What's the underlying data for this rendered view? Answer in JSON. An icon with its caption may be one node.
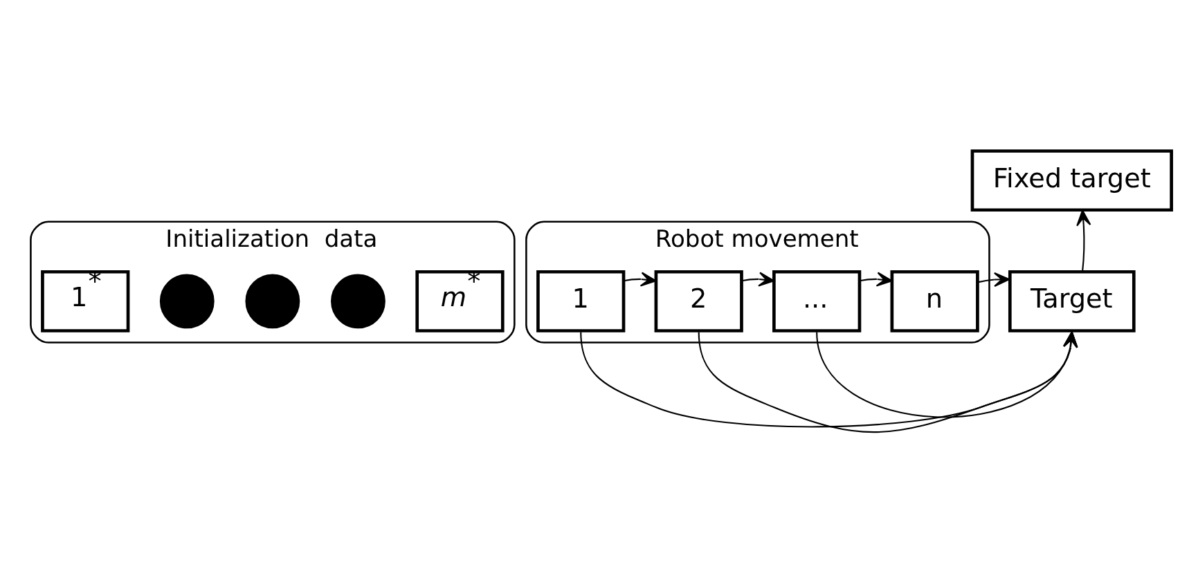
{
  "diagram": {
    "nodes": [
      {
        "text": [
          "Initialization  data"
        ]
      },
      {
        "text": [
          "Robot movement"
        ]
      },
      {
        "text": [
          "Fixed target"
        ]
      },
      {
        "text": [
          "1$^{*}$"
        ],
        "in": 0
      },
      {
        "text": [],
        "shape": "circle",
        "in": 0
      },
      {
        "text": [],
        "shape": "circle",
        "in": 0
      },
      {
        "text": [],
        "shape": "circle",
        "in": 0
      },
      {
        "text": [
          "*m*$^{*}$"
        ],
        "in": 0
      },
      {
        "text": [
          "1"
        ],
        "in": 1
      },
      {
        "text": [
          "2"
        ],
        "in": 1
      },
      {
        "text": [
          "..."
        ],
        "in": 1
      },
      {
        "text": [
          "n"
        ],
        "in": 1
      },
      {
        "text": [
          "Target"
        ]
      }
    ],
    "edges": [
      {
        "from": 8,
        "to": 9,
        "arrow": "to"
      },
      {
        "from": 9,
        "to": 10,
        "arrow": "to"
      },
      {
        "from": 10,
        "to": 11,
        "arrow": "to"
      },
      {
        "from": 11,
        "to": 12,
        "arrow": "to"
      },
      {
        "from": 10,
        "to": 12,
        "arrow": "to"
      },
      {
        "from": 9,
        "to": 12,
        "arrow": "to"
      },
      {
        "from": 8,
        "to": 12,
        "arrow": "to"
      },
      {
        "from": 12,
        "to": 2,
        "arrow": "to"
      }
    ]
  }
}
